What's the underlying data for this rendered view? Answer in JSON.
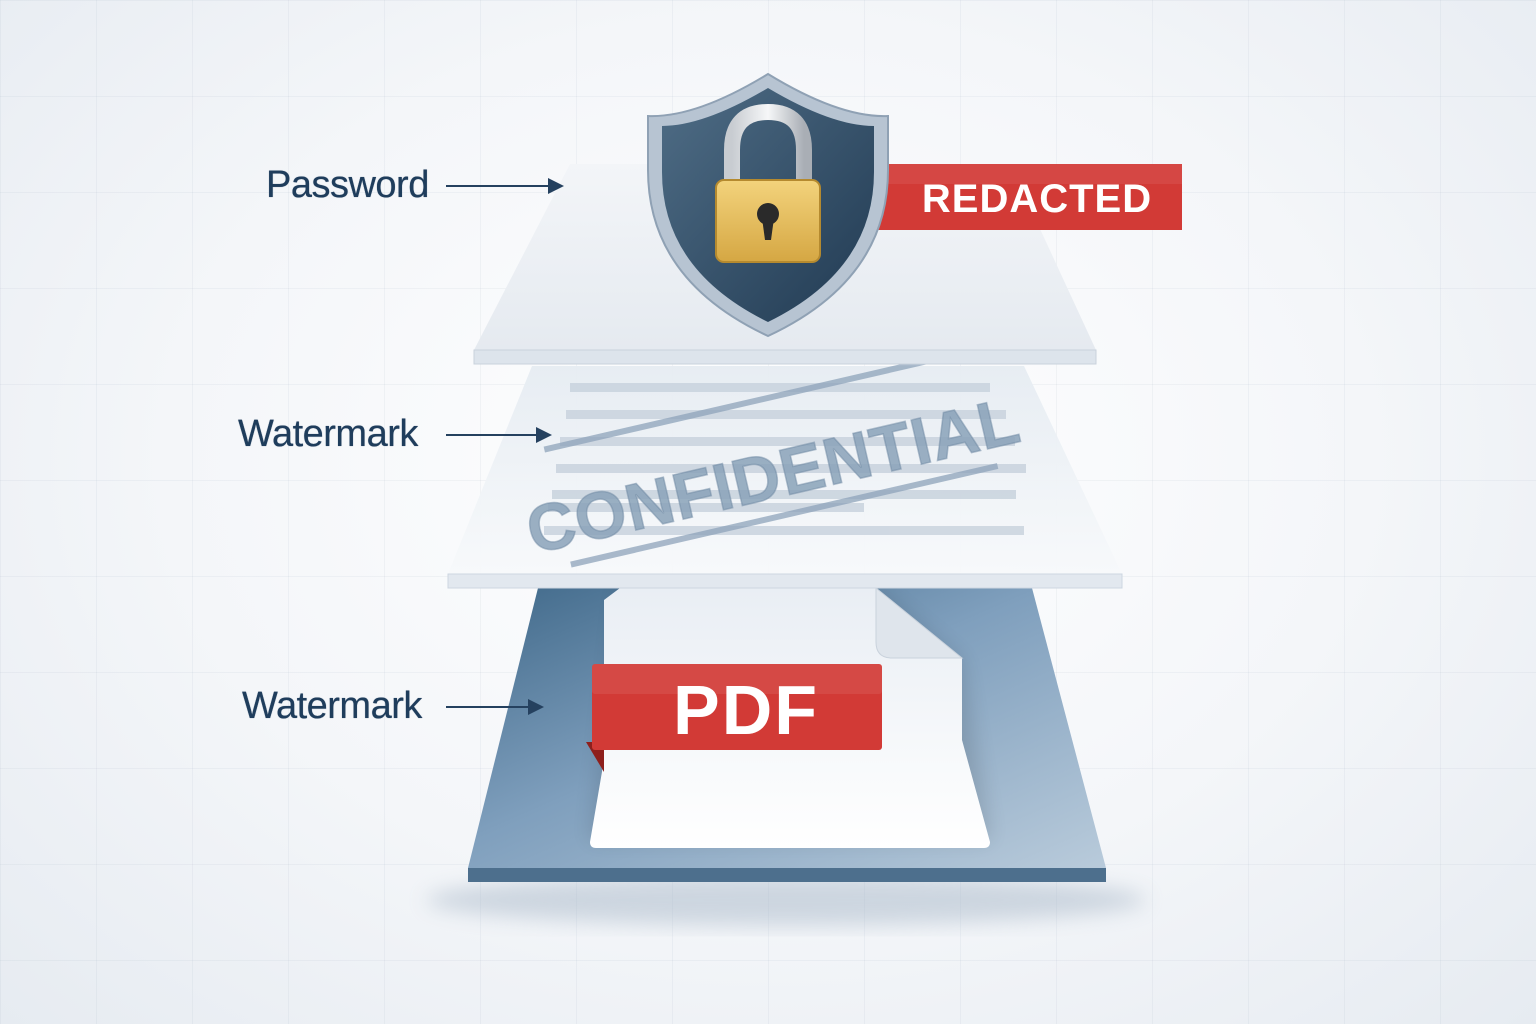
{
  "layers": {
    "top": {
      "label": "Password"
    },
    "middle": {
      "label": "Watermark"
    },
    "bottom": {
      "label": "Watermark"
    }
  },
  "badges": {
    "redacted": "REDACTED",
    "pdf": "PDF"
  },
  "watermark_text": "CONFIDENTIAL",
  "icons": {
    "shield": "shield-icon",
    "lock": "padlock-icon",
    "file": "pdf-file-icon"
  },
  "colors": {
    "label_text": "#1f3d5c",
    "badge_red": "#d23a36",
    "shield_dark": "#2f4a62",
    "lock_gold": "#e6bf5e",
    "base_layer": "#6f93b3"
  }
}
